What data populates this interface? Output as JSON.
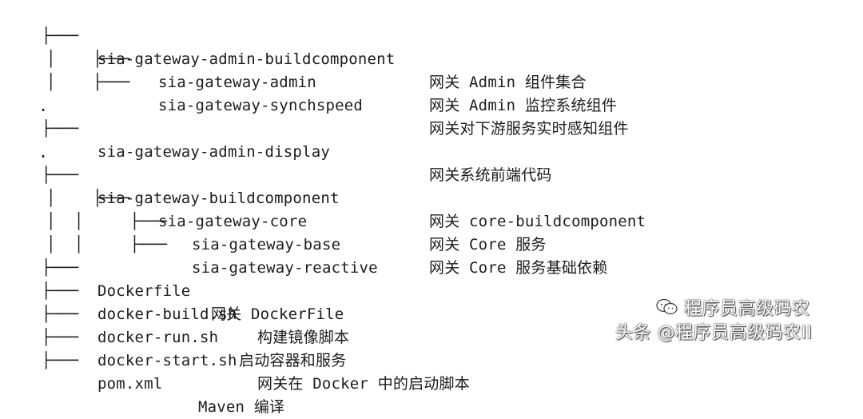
{
  "tree": [
    {
      "prefix": "├─── ",
      "name": "sia-gateway-admin-buildcomponent",
      "desc": "网关 Admin 组件集合"
    },
    {
      "prefix": "│    ├─── ",
      "name": "sia-gateway-admin",
      "desc": "网关 Admin 监控系统组件"
    },
    {
      "prefix": "│    ├─── ",
      "name": "sia-gateway-synchspeed",
      "desc": "网关对下游服务实时感知组件"
    },
    {
      "prefix": ".",
      "name": "",
      "desc": ""
    },
    {
      "prefix": "├─── ",
      "name": "sia-gateway-admin-display",
      "desc": "网关系统前端代码"
    },
    {
      "prefix": ".",
      "name": "",
      "desc": ""
    },
    {
      "prefix": "├─── ",
      "name": "sia-gateway-buildcomponent",
      "desc": "网关 core-buildcomponent"
    },
    {
      "prefix": "│    ├─── ",
      "name": "sia-gateway-core",
      "desc": "网关 Core 服务"
    },
    {
      "prefix": "│  │     ├─── ",
      "name": "sia-gateway-base",
      "desc": "网关 Core 服务基础依赖"
    },
    {
      "prefix": "│  │     ├─── ",
      "name": "sia-gateway-reactive",
      "desc": ""
    },
    {
      "prefix": "├─── ",
      "name": "Dockerfile",
      "desc": "网关 DockerFile"
    },
    {
      "prefix": "├─── ",
      "name": "docker-build.sh",
      "desc": "构建镜像脚本"
    },
    {
      "prefix": "├─── ",
      "name": "docker-run.sh",
      "desc": "启动容器和服务"
    },
    {
      "prefix": "├─── ",
      "name": "docker-start.sh",
      "desc": "网关在 Docker 中的启动脚本"
    },
    {
      "prefix": "├─── ",
      "name": "pom.xml",
      "desc": "Maven 编译"
    }
  ],
  "watermark": {
    "line1": "程序员高级码农",
    "line2": "头条 @程序员高级码农II",
    "icon": "wechat-icon"
  }
}
